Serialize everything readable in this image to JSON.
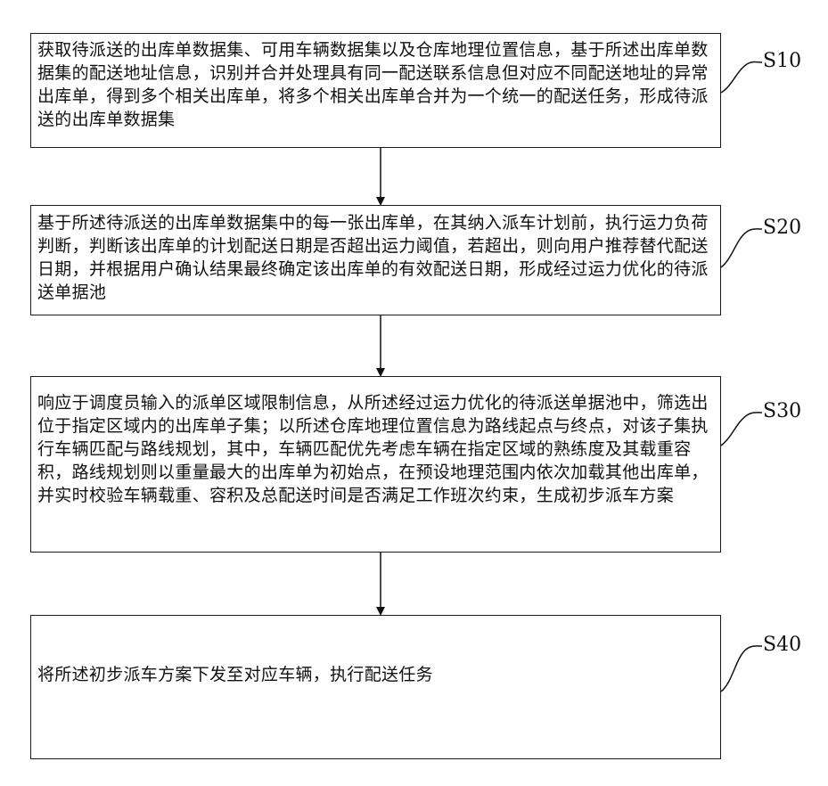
{
  "steps": [
    {
      "id": "S10",
      "label": "S10",
      "text": "获取待派送的出库单数据集、可用车辆数据集以及仓库地理位置信息，基于所述出库单数据集的配送地址信息，识别并合并处理具有同一配送联系信息但对应不同配送地址的异常出库单，得到多个相关出库单，将多个相关出库单合并为一个统一的配送任务，形成待派送的出库单数据集"
    },
    {
      "id": "S20",
      "label": "S20",
      "text": "基于所述待派送的出库单数据集中的每一张出库单，在其纳入派车计划前，执行运力负荷判断，判断该出库单的计划配送日期是否超出运力阈值，若超出，则向用户推荐替代配送日期，并根据用户确认结果最终确定该出库单的有效配送日期，形成经过运力优化的待派送单据池"
    },
    {
      "id": "S30",
      "label": "S30",
      "text": "响应于调度员输入的派单区域限制信息，从所述经过运力优化的待派送单据池中，筛选出位于指定区域内的出库单子集；以所述仓库地理位置信息为路线起点与终点，对该子集执行车辆匹配与路线规划，其中，车辆匹配优先考虑车辆在指定区域的熟练度及其载重容积，路线规划则以重量最大的出库单为初始点，在预设地理范围内依次加载其他出库单，并实时校验车辆载重、容积及总配送时间是否满足工作班次约束，生成初步派车方案"
    },
    {
      "id": "S40",
      "label": "S40",
      "text": "将所述初步派车方案下发至对应车辆，执行配送任务"
    }
  ]
}
